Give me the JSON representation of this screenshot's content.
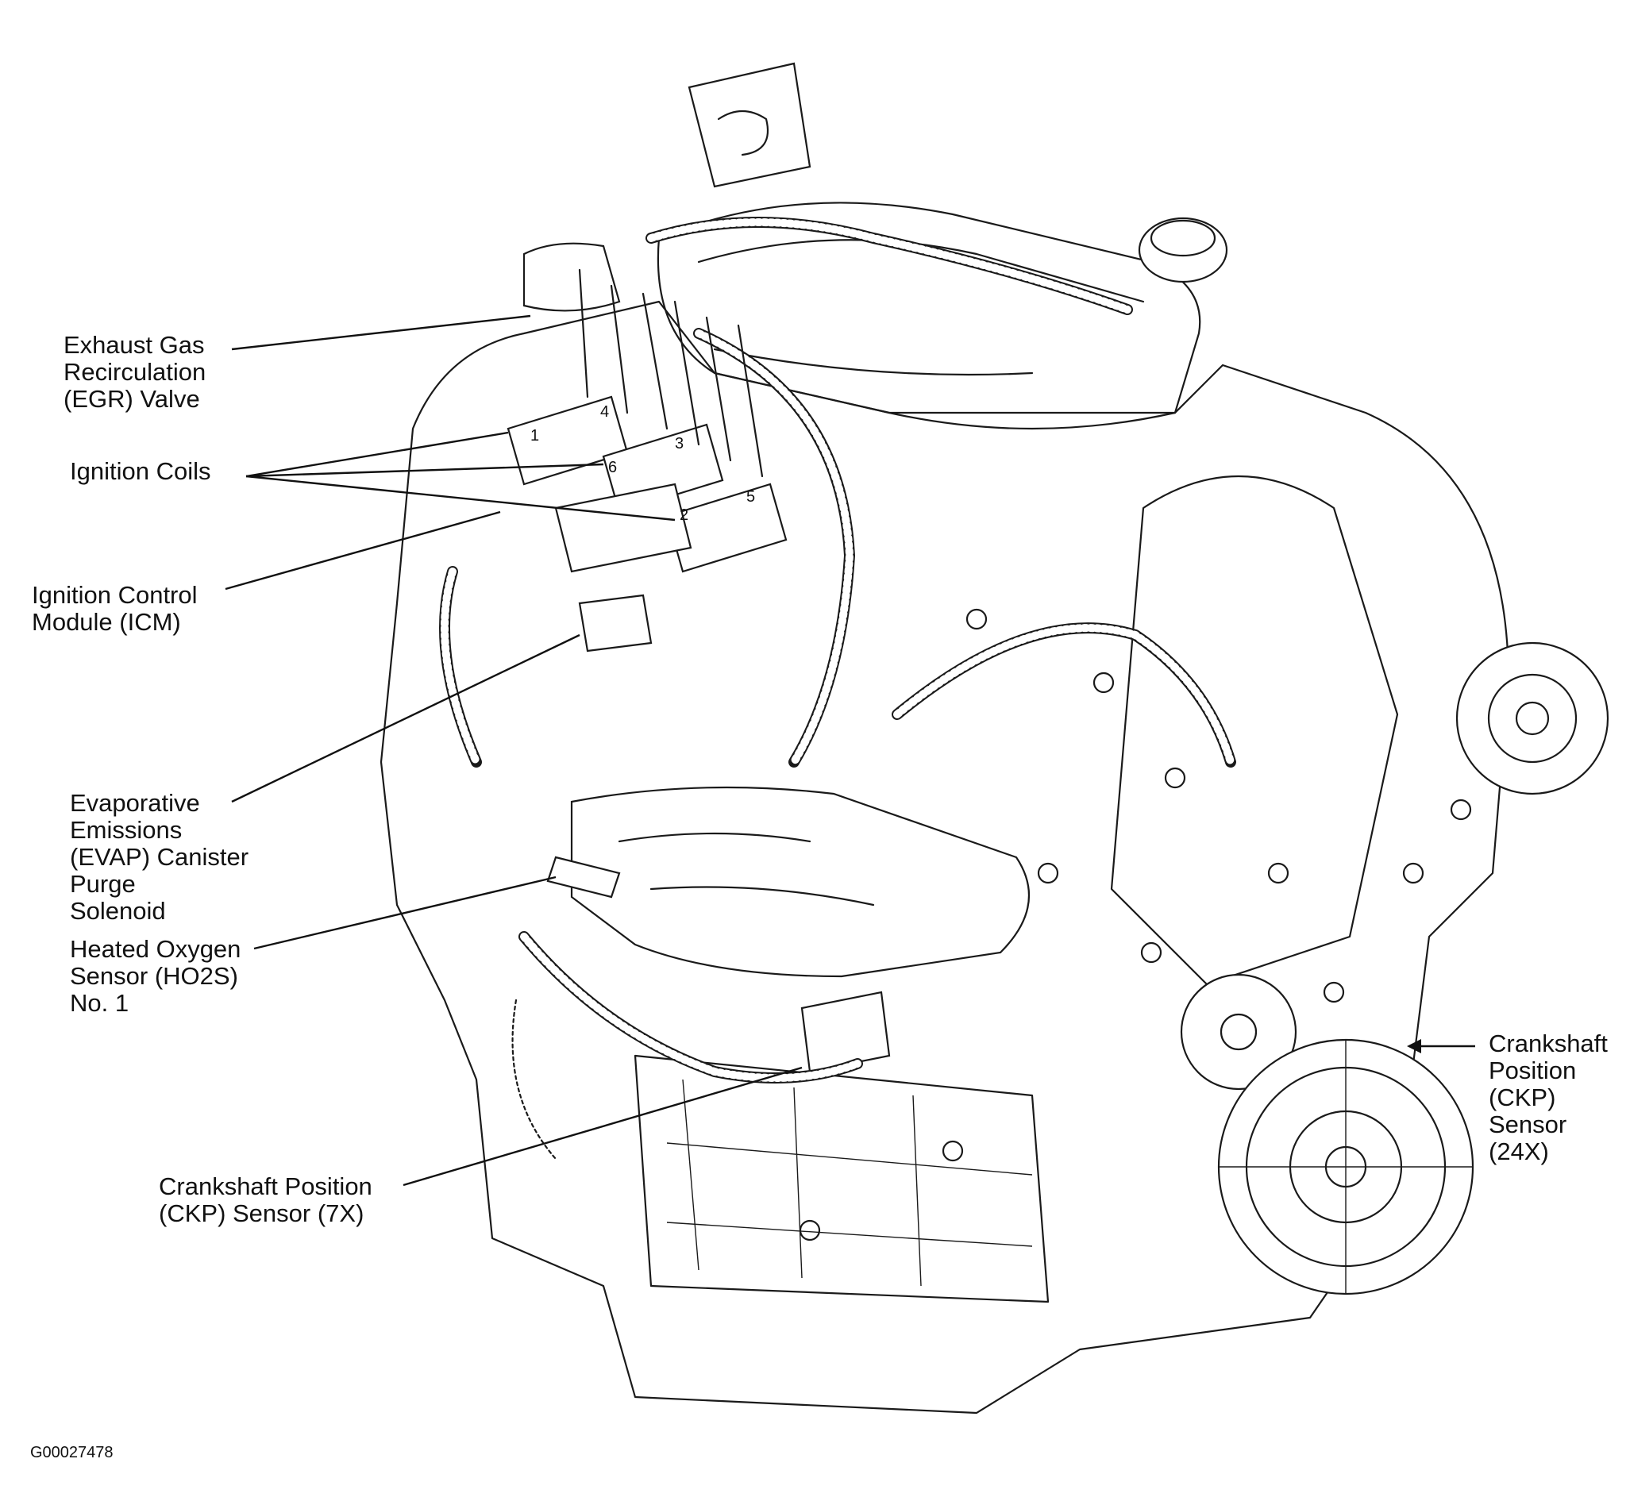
{
  "labels": {
    "egr_valve": [
      "Exhaust Gas",
      "Recirculation",
      "(EGR) Valve"
    ],
    "ignition_coils": [
      "Ignition Coils"
    ],
    "icm": [
      "Ignition Control",
      "Module (ICM)"
    ],
    "evap": [
      "Evaporative",
      "Emissions",
      "(EVAP) Canister",
      "Purge",
      "Solenoid"
    ],
    "ho2s": [
      "Heated Oxygen",
      "Sensor (HO2S)",
      "No. 1"
    ],
    "ckp_7x": [
      "Crankshaft Position",
      "(CKP) Sensor (7X)"
    ],
    "ckp_24x": [
      "Crankshaft",
      "Position",
      "(CKP)",
      "Sensor",
      "(24X)"
    ]
  },
  "coil_numbers": [
    "1",
    "4",
    "6",
    "3",
    "2",
    "5"
  ],
  "figure_id": "G00027478",
  "colors": {
    "ink": "#1a1a1a",
    "background": "#ffffff"
  }
}
